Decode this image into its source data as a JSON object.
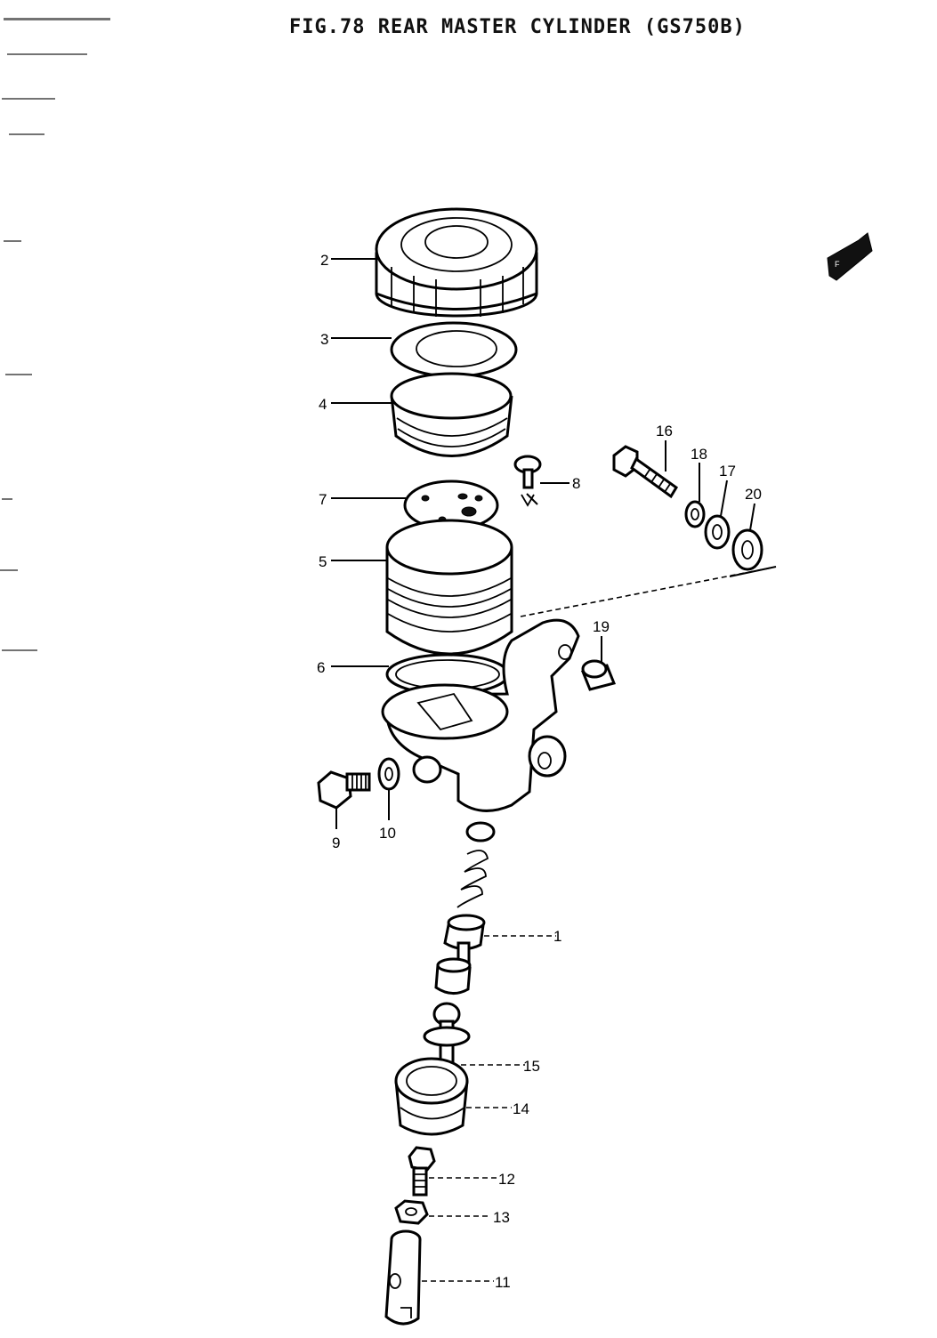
{
  "title": "FIG.78  REAR MASTER CYLINDER (GS750B)",
  "callouts": [
    {
      "id": "1",
      "text": "1"
    },
    {
      "id": "2",
      "text": "2"
    },
    {
      "id": "3",
      "text": "3"
    },
    {
      "id": "4",
      "text": "4"
    },
    {
      "id": "5",
      "text": "5"
    },
    {
      "id": "6",
      "text": "6"
    },
    {
      "id": "7",
      "text": "7"
    },
    {
      "id": "8",
      "text": "8"
    },
    {
      "id": "9",
      "text": "9"
    },
    {
      "id": "10",
      "text": "10"
    },
    {
      "id": "11",
      "text": "11"
    },
    {
      "id": "12",
      "text": "12"
    },
    {
      "id": "13",
      "text": "13"
    },
    {
      "id": "14",
      "text": "14"
    },
    {
      "id": "15",
      "text": "15"
    },
    {
      "id": "16",
      "text": "16"
    },
    {
      "id": "17",
      "text": "17"
    },
    {
      "id": "18",
      "text": "18"
    },
    {
      "id": "19",
      "text": "19"
    },
    {
      "id": "20",
      "text": "20"
    }
  ],
  "icons": {
    "front_arrow": "front-direction-arrow-icon"
  }
}
